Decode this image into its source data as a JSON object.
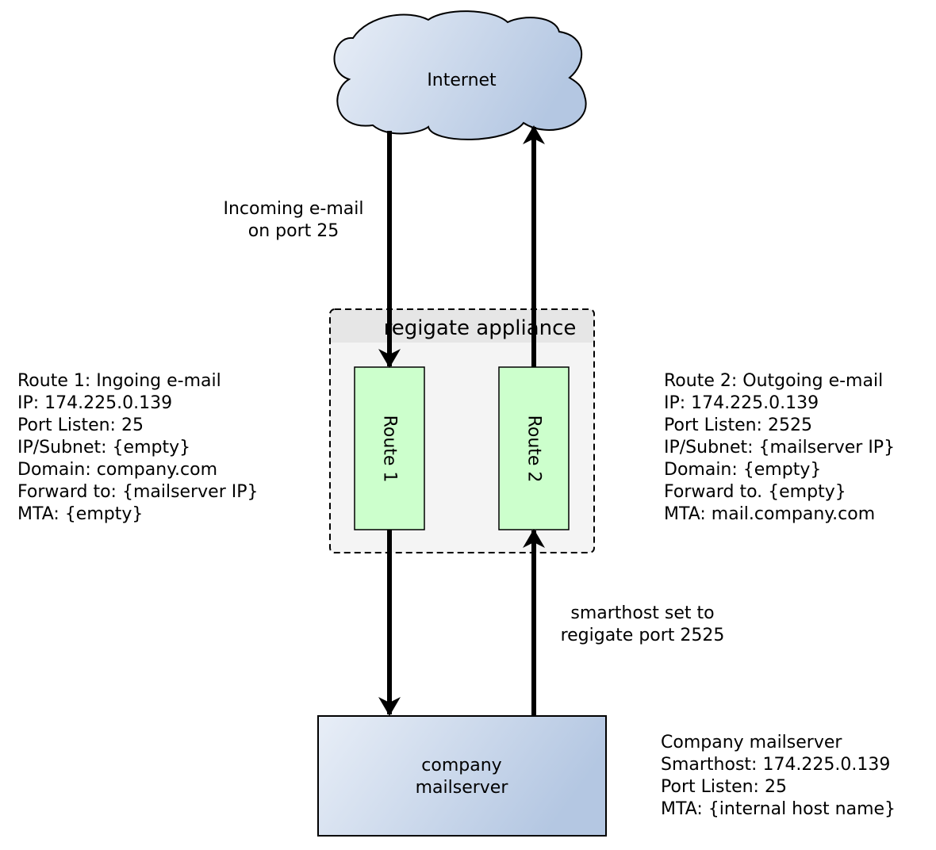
{
  "nodes": {
    "internet": {
      "label": "Internet"
    },
    "appliance": {
      "title": "regigate appliance"
    },
    "route1": {
      "label": "Route 1"
    },
    "route2": {
      "label": "Route 2"
    },
    "mailserver": {
      "line1": "company",
      "line2": "mailserver"
    }
  },
  "edges": {
    "incoming": {
      "line1": "Incoming e-mail",
      "line2": "on port 25"
    },
    "smarthost": {
      "line1": "smarthost set to",
      "line2": "regigate port 2525"
    }
  },
  "info": {
    "route1": [
      "Route 1: Ingoing e-mail",
      "IP: 174.225.0.139",
      "Port Listen: 25",
      "IP/Subnet: {empty}",
      "Domain: company.com",
      "Forward to: {mailserver IP}",
      "MTA: {empty}"
    ],
    "route2": [
      "Route 2: Outgoing e-mail",
      "IP: 174.225.0.139",
      "Port Listen: 2525",
      "IP/Subnet: {mailserver IP}",
      "Domain: {empty}",
      "Forward to. {empty}",
      "MTA: mail.company.com"
    ],
    "mailserver": [
      "Company mailserver",
      "Smarthost: 174.225.0.139",
      "Port Listen: 25",
      "MTA: {internal host name}"
    ]
  },
  "colors": {
    "gradient_start": "#e8eef7",
    "gradient_end": "#b4c7e2",
    "route_fill": "#ccffcc",
    "appliance_fill": "#f4f4f4",
    "appliance_header": "#e6e6e6"
  }
}
